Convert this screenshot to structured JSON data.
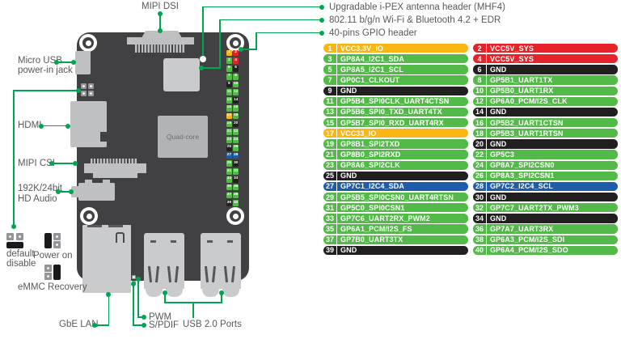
{
  "colors": {
    "power33": "#FBB615",
    "power5": "#E62328",
    "gpio": "#53B948",
    "gnd": "#211F20",
    "i2c": "#1F5CA9",
    "callout": "#00A551",
    "text": "#58595B",
    "board": "#414042",
    "connector": "#BEC0C2",
    "connector_light": "#C9CBCD",
    "chip": "#B1B3B6"
  },
  "callouts": {
    "antenna": "Upgradable i-PEX antenna header (MHF4)",
    "wifi": "802.11 b/g/n Wi-Fi  & Bluetooth 4.2 + EDR",
    "gpio_header": "40-pins GPIO header",
    "mipi_dsi": "MIPI DSI",
    "micro_usb_line1": "Micro USB",
    "micro_usb_line2": "power-in jack",
    "hdmi": "HDMI",
    "mipi_csi": "MIPI CSI",
    "audio_line1": "192K/24bit",
    "audio_line2": "HD Audio",
    "default_disable_line1": "default",
    "default_disable_line2": "disable",
    "power_on": "Power on",
    "emmc_recovery": "eMMC Recovery",
    "gbe_lan": "GbE LAN",
    "pwm": "PWM",
    "spdif": "S/PDIF",
    "usb_ports": "USB 2.0 Ports"
  },
  "board": {
    "chip_label": "Quad-core"
  },
  "gpio_pins": [
    {
      "pin": 1,
      "label": "VCC3.3V_IO",
      "type": "power33"
    },
    {
      "pin": 2,
      "label": "VCC5V_SYS",
      "type": "power5"
    },
    {
      "pin": 3,
      "label": "GP8A4_I2C1_SDA",
      "type": "gpio"
    },
    {
      "pin": 4,
      "label": "VCC5V_SYS",
      "type": "power5"
    },
    {
      "pin": 5,
      "label": "GP8A5_I2C1_SCL",
      "type": "gpio"
    },
    {
      "pin": 6,
      "label": "GND",
      "type": "gnd"
    },
    {
      "pin": 7,
      "label": "GP0C1_CLKOUT",
      "type": "gpio"
    },
    {
      "pin": 8,
      "label": "GP5B1_UART1TX",
      "type": "gpio"
    },
    {
      "pin": 9,
      "label": "GND",
      "type": "gnd"
    },
    {
      "pin": 10,
      "label": "GP5B0_UART1RX",
      "type": "gpio"
    },
    {
      "pin": 11,
      "label": "GP5B4_SPI0CLK_UART4CTSN",
      "type": "gpio"
    },
    {
      "pin": 12,
      "label": "GP6A0_PCM/I2S_CLK",
      "type": "gpio"
    },
    {
      "pin": 13,
      "label": "GP5B6_SPI0_TXD_UART4TX",
      "type": "gpio"
    },
    {
      "pin": 14,
      "label": "GND",
      "type": "gnd"
    },
    {
      "pin": 15,
      "label": "GP5B7_SPI0_RXD_UART4RX",
      "type": "gpio"
    },
    {
      "pin": 16,
      "label": "GP5B2_UART1CTSN",
      "type": "gpio"
    },
    {
      "pin": 17,
      "label": "VCC33_IO",
      "type": "power33"
    },
    {
      "pin": 18,
      "label": "GP5B3_UART1RTSN",
      "type": "gpio"
    },
    {
      "pin": 19,
      "label": "GP8B1_SPI2TXD",
      "type": "gpio"
    },
    {
      "pin": 20,
      "label": "GND",
      "type": "gnd"
    },
    {
      "pin": 21,
      "label": "GP8B0_SPI2RXD",
      "type": "gpio"
    },
    {
      "pin": 22,
      "label": "GP5C3",
      "type": "gpio"
    },
    {
      "pin": 23,
      "label": "GP8A6_SPI2CLK",
      "type": "gpio"
    },
    {
      "pin": 24,
      "label": "GP8A7_SPI2CSN0",
      "type": "gpio"
    },
    {
      "pin": 25,
      "label": "GND",
      "type": "gnd"
    },
    {
      "pin": 26,
      "label": "GP8A3_SPI2CSN1",
      "type": "gpio"
    },
    {
      "pin": 27,
      "label": "GP7C1_I2C4_SDA",
      "type": "i2c"
    },
    {
      "pin": 28,
      "label": "GP7C2_I2C4_SCL",
      "type": "i2c"
    },
    {
      "pin": 29,
      "label": "GP5B5_SPI0CSN0_UART4RTSN",
      "type": "gpio"
    },
    {
      "pin": 30,
      "label": "GND",
      "type": "gnd"
    },
    {
      "pin": 31,
      "label": "GP5C0_SPI0CSN1",
      "type": "gpio"
    },
    {
      "pin": 32,
      "label": "GP7C7_UART2TX_PWM3",
      "type": "gpio"
    },
    {
      "pin": 33,
      "label": "GP7C6_UART2RX_PWM2",
      "type": "gpio"
    },
    {
      "pin": 34,
      "label": "GND",
      "type": "gnd"
    },
    {
      "pin": 35,
      "label": "GP6A1_PCM/I2S_FS",
      "type": "gpio"
    },
    {
      "pin": 36,
      "label": "GP7A7_UART3RX",
      "type": "gpio"
    },
    {
      "pin": 37,
      "label": "GP7B0_UART3TX",
      "type": "gpio"
    },
    {
      "pin": 38,
      "label": "GP6A3_PCM/I2S_SDI",
      "type": "gpio"
    },
    {
      "pin": 39,
      "label": "GND",
      "type": "gnd"
    },
    {
      "pin": 40,
      "label": "GP6A4_PCM/I2S_SDO",
      "type": "gpio"
    }
  ]
}
